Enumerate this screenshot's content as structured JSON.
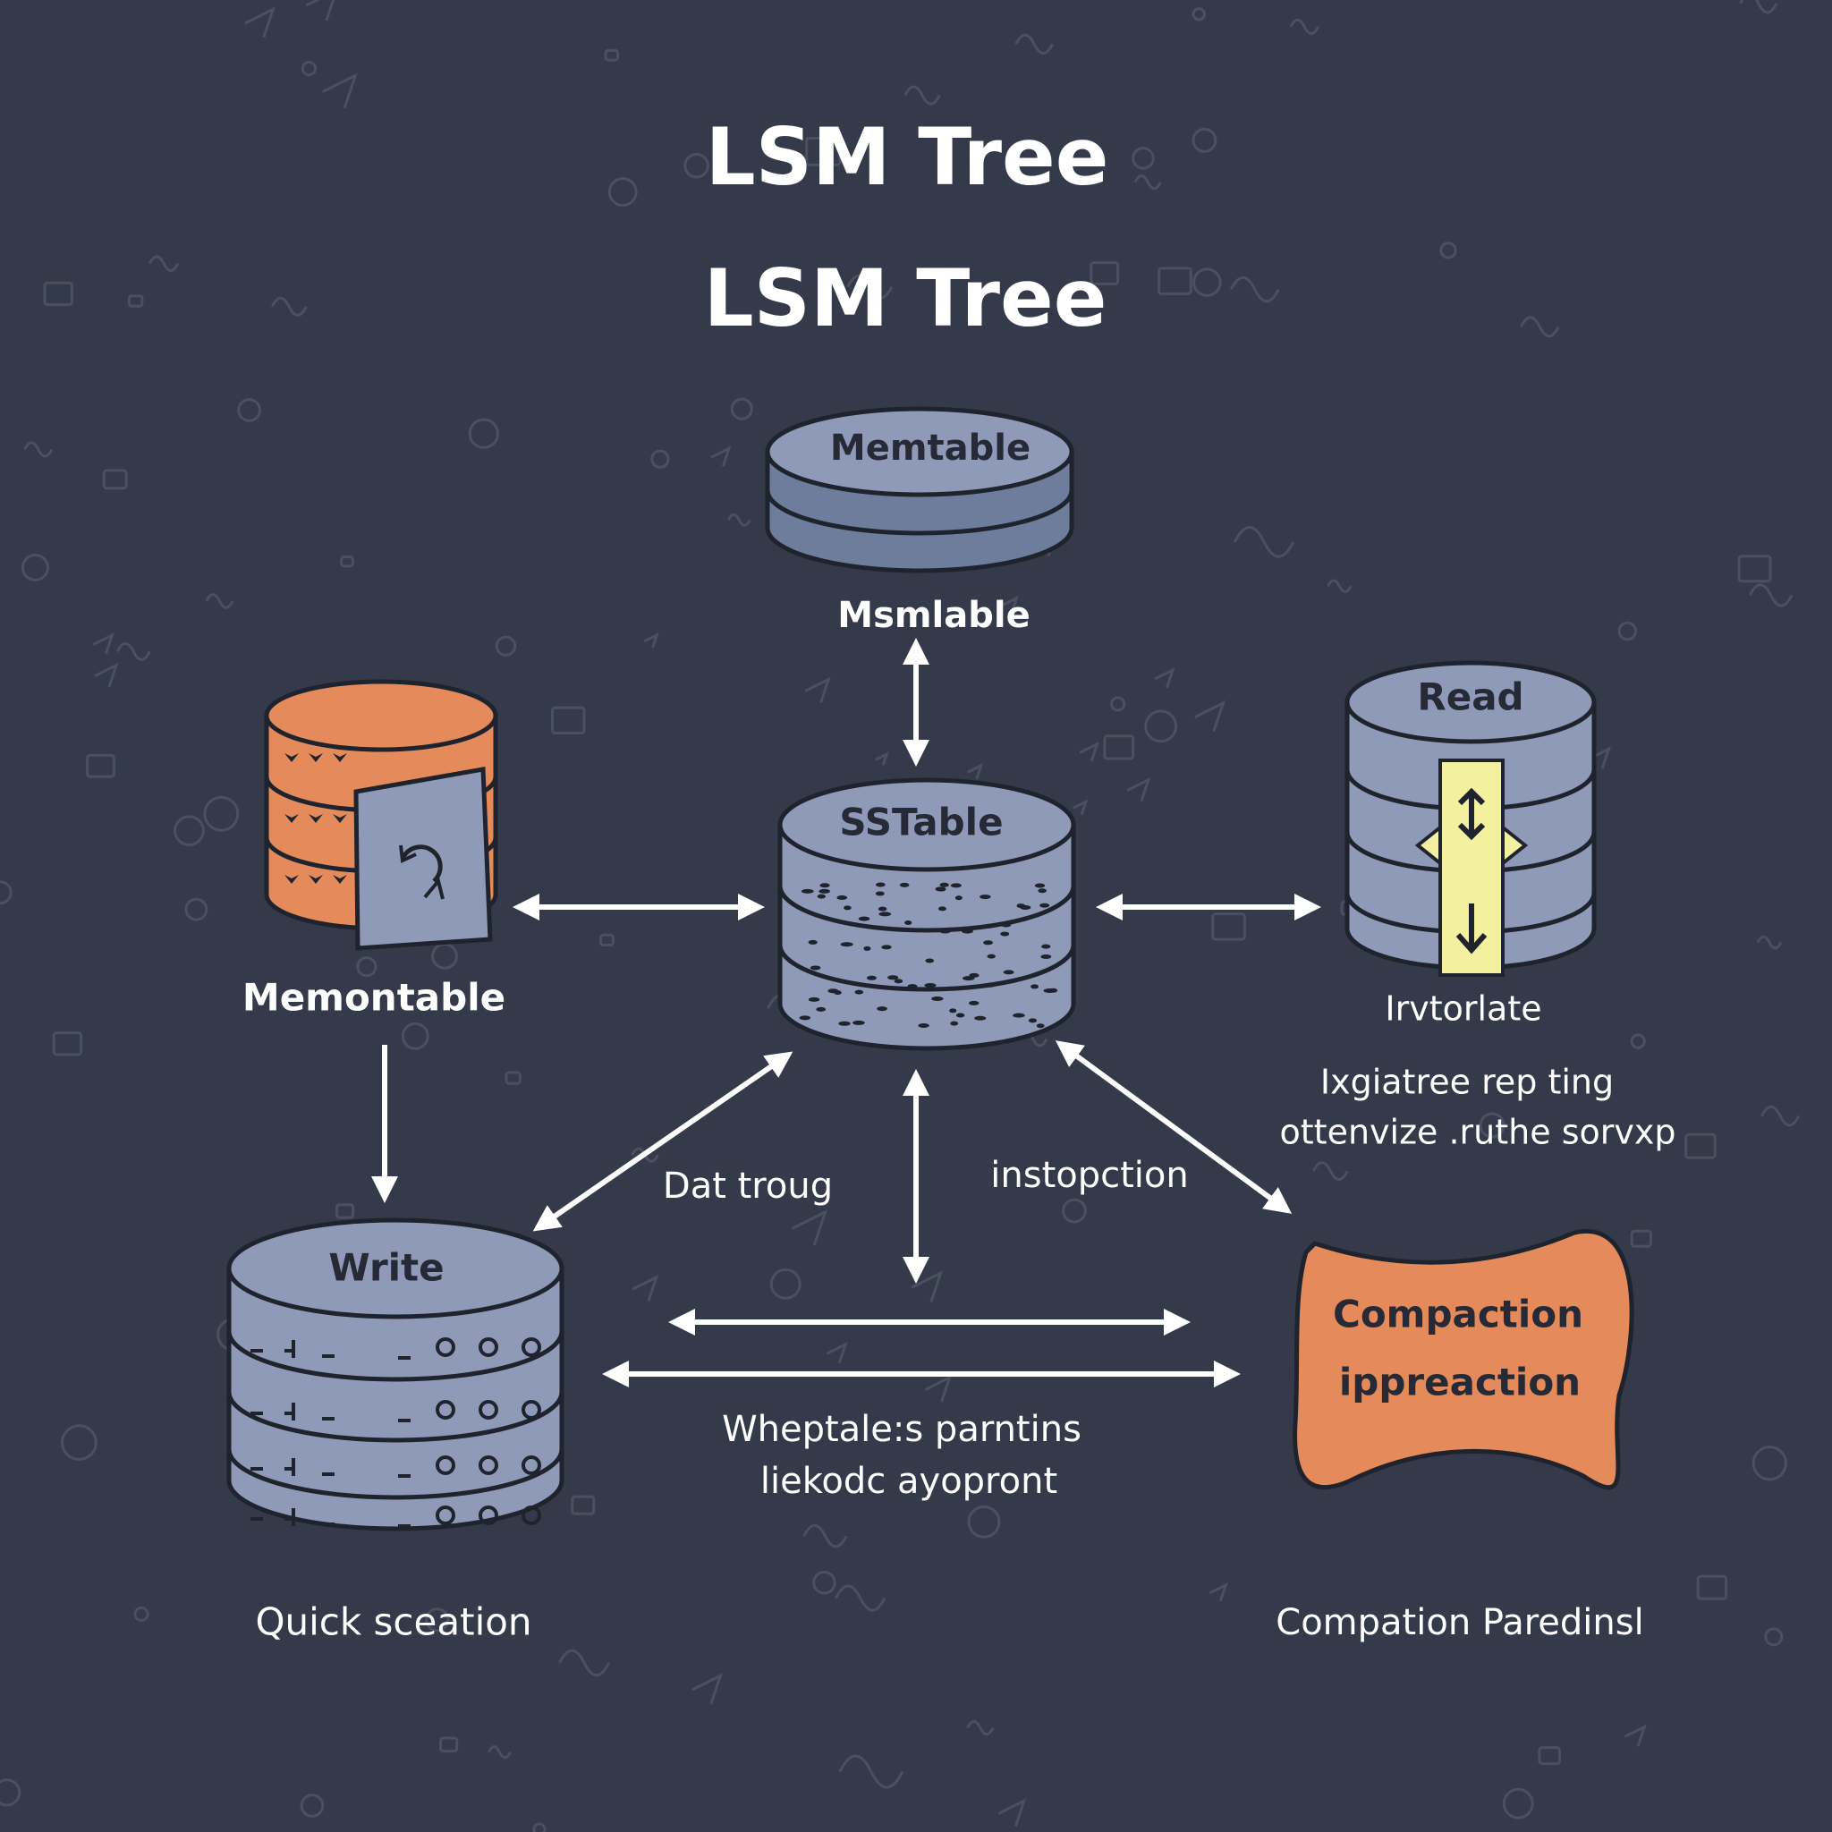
{
  "title_lines": [
    "LSM Tree",
    "LSM Tree"
  ],
  "colors": {
    "background": "#343a49",
    "cylinder_blue": "#8e9ab7",
    "cylinder_orange": "#e58a5a",
    "highlight_yellow": "#f3f0a0",
    "text": "#ffffff"
  },
  "nodes": {
    "top": {
      "label": "Memtable",
      "caption": "Msmlable"
    },
    "center": {
      "label": "SSTable"
    },
    "left": {
      "caption": "Memontable"
    },
    "right": {
      "label": "Read",
      "caption": "Irvtorlate"
    },
    "write": {
      "label": "Write",
      "caption": "Quick sceation"
    },
    "compaction": {
      "label_lines": [
        "Compaction",
        "ippreaction"
      ],
      "caption": "Compation Paredinsl"
    }
  },
  "edge_labels": {
    "center_to_write": "Dat troug",
    "center_to_compaction": "instopction",
    "right_note_lines": [
      "Ixgiatree rep ting",
      "ottenvize .ruthe sorvxp"
    ],
    "bottom_note_lines": [
      "Wheptale:s parntins",
      "liekodc ayopront"
    ]
  }
}
